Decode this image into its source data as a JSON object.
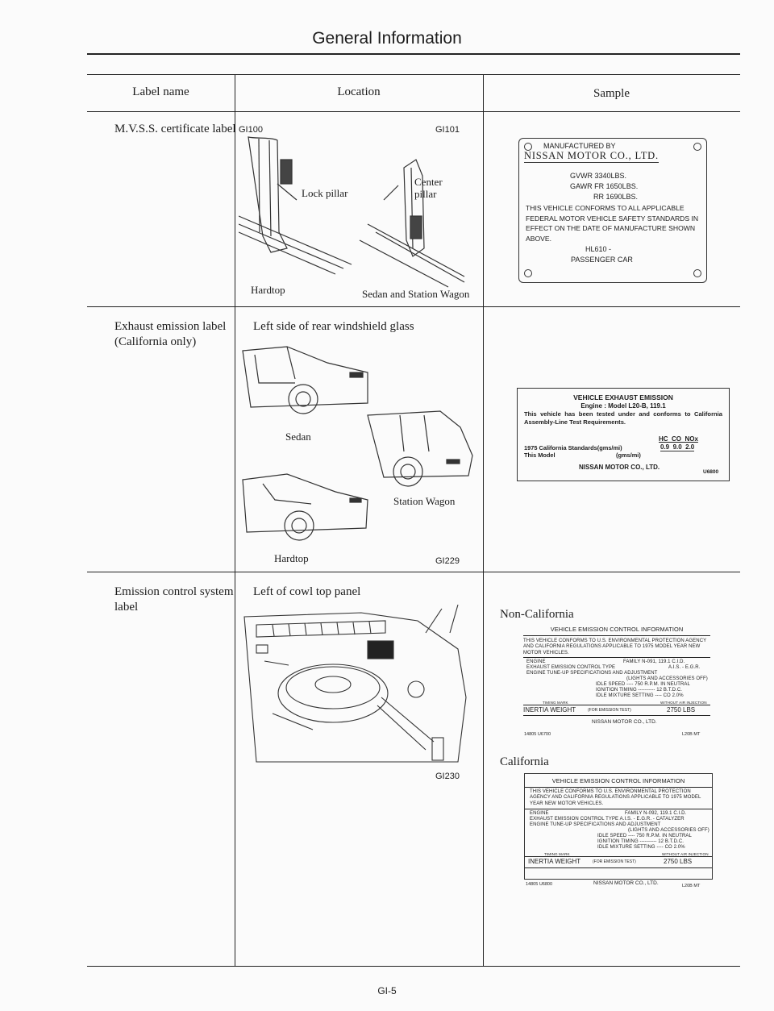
{
  "header": {
    "title": "General Information"
  },
  "columns": {
    "label": "Label name",
    "location": "Location",
    "sample": "Sample"
  },
  "rows": [
    {
      "name": "M.V.S.S. certificate label",
      "fig_left": "GI100",
      "fig_right": "GI101",
      "lock_pillar": "Lock pillar",
      "center_pillar": "Center\npillar",
      "caption_left": "Hardtop",
      "caption_right": "Sedan and Station Wagon"
    },
    {
      "name": "Exhaust emission label\n(California only)",
      "location": "Left side of rear windshield glass",
      "sedan": "Sedan",
      "wagon": "Station Wagon",
      "hardtop": "Hardtop",
      "fig": "GI229"
    },
    {
      "name": "Emission control system\nlabel",
      "location": "Left of cowl top panel",
      "fig": "GI230"
    }
  ],
  "mvss_label": {
    "maker_line1": "MANUFACTURED BY",
    "maker_line2": "NISSAN MOTOR CO., LTD.",
    "gvwr": "GVWR    3340LBS.",
    "gawr_fr": "GAWR FR  1650LBS.",
    "gawr_rr": "RR  1690LBS.",
    "text": "THIS VEHICLE CONFORMS TO ALL APPLICABLE FEDERAL MOTOR VEHICLE SAFETY STANDARDS IN EFFECT ON THE DATE OF MANUFACTURE SHOWN ABOVE.",
    "model": "HL610   -",
    "type": "PASSENGER CAR"
  },
  "exhaust_label": {
    "title": "VEHICLE EXHAUST EMISSION",
    "engine": "Engine : Model L20-B, 119.1",
    "text": "This vehicle has been tested under and conforms to California Assembly-Line Test Requirements.",
    "cols": "HC  CO  NOx",
    "std": "1975 California Standards(gms/mi)",
    "std_vals": "0.9  9.0  2.0",
    "model": "This Model",
    "model_unit": "(gms/mi)",
    "maker": "NISSAN MOTOR CO., LTD.",
    "code": "U6800"
  },
  "noncal": {
    "heading": "Non-California",
    "title": "VEHICLE EMISSION CONTROL INFORMATION",
    "intro": "THIS VEHICLE CONFORMS TO U.S. ENVIRONMENTAL PROTECTION AGENCY AND CALIFORNIA REGULATIONS APPLICABLE TO 1975 MODEL YEAR NEW MOTOR VEHICLES.",
    "engine": "ENGINE",
    "family": "FAMILY  N-091, 119.1 C.I.D.",
    "exhaust": "EXHAUST EMISSION CONTROL TYPE",
    "exhaust_val": "A.I.S. - E.G.R.",
    "tune": "ENGINE TUNE-UP SPECIFICATIONS AND ADJUSTMENT",
    "lights": "(LIGHTS AND ACCESSORIES OFF)",
    "idle": "IDLE SPEED ---- 750 R.P.M. IN NEUTRAL",
    "ign": "IGNITION TIMING ---------- 12 B.T.D.C.",
    "mix": "IDLE MIXTURE SETTING ---- CO 2.0%",
    "timing_mark": "TIMING MARK",
    "without": "WITHOUT AIR INJECTION",
    "inertia": "INERTIA  WEIGHT",
    "for_test": "(FOR EMISSION TEST)",
    "inertia_val": "2750 LBS",
    "maker": "NISSAN MOTOR CO., LTD.",
    "code_left": "14805 U6700",
    "code_right": "L20B MT"
  },
  "cal": {
    "heading": "California",
    "title": "VEHICLE EMISSION CONTROL INFORMATION",
    "intro": "THIS VEHICLE CONFORMS TO U.S. ENVIRONMENTAL PROTECTION AGENCY AND CALIFORNIA REGULATIONS APPLICABLE TO 1975 MODEL YEAR NEW MOTOR VEHICLES.",
    "engine": "ENGINE",
    "family": "FAMILY  N-092, 119.1 C.I.D.",
    "exhaust": "EXHAUST EMISSION CONTROL TYPE  A.I.S. - E.G.R. - CATALYZER",
    "tune": "ENGINE TUNE-UP SPECIFICATIONS AND ADJUSTMENT",
    "lights": "(LIGHTS AND ACCESSORIES OFF)",
    "idle": "IDLE SPEED ---- 750 R.P.M. IN NEUTRAL",
    "ign": "IGNITION TIMING ---------- 12 B.T.D.C.",
    "mix": "IDLE MIXTURE SETTING ---- CO 2.0%",
    "timing_mark": "TIMING MARK",
    "without": "WITHOUT AIR INJECTION",
    "inertia": "INERTIA  WEIGHT",
    "for_test": "(FOR EMISSION TEST)",
    "inertia_val": "2750 LBS",
    "maker": "NISSAN MOTOR CO., LTD.",
    "code_left": "14805 U6800",
    "code_right": "L20B MT"
  },
  "footer": {
    "page": "GI-5"
  }
}
